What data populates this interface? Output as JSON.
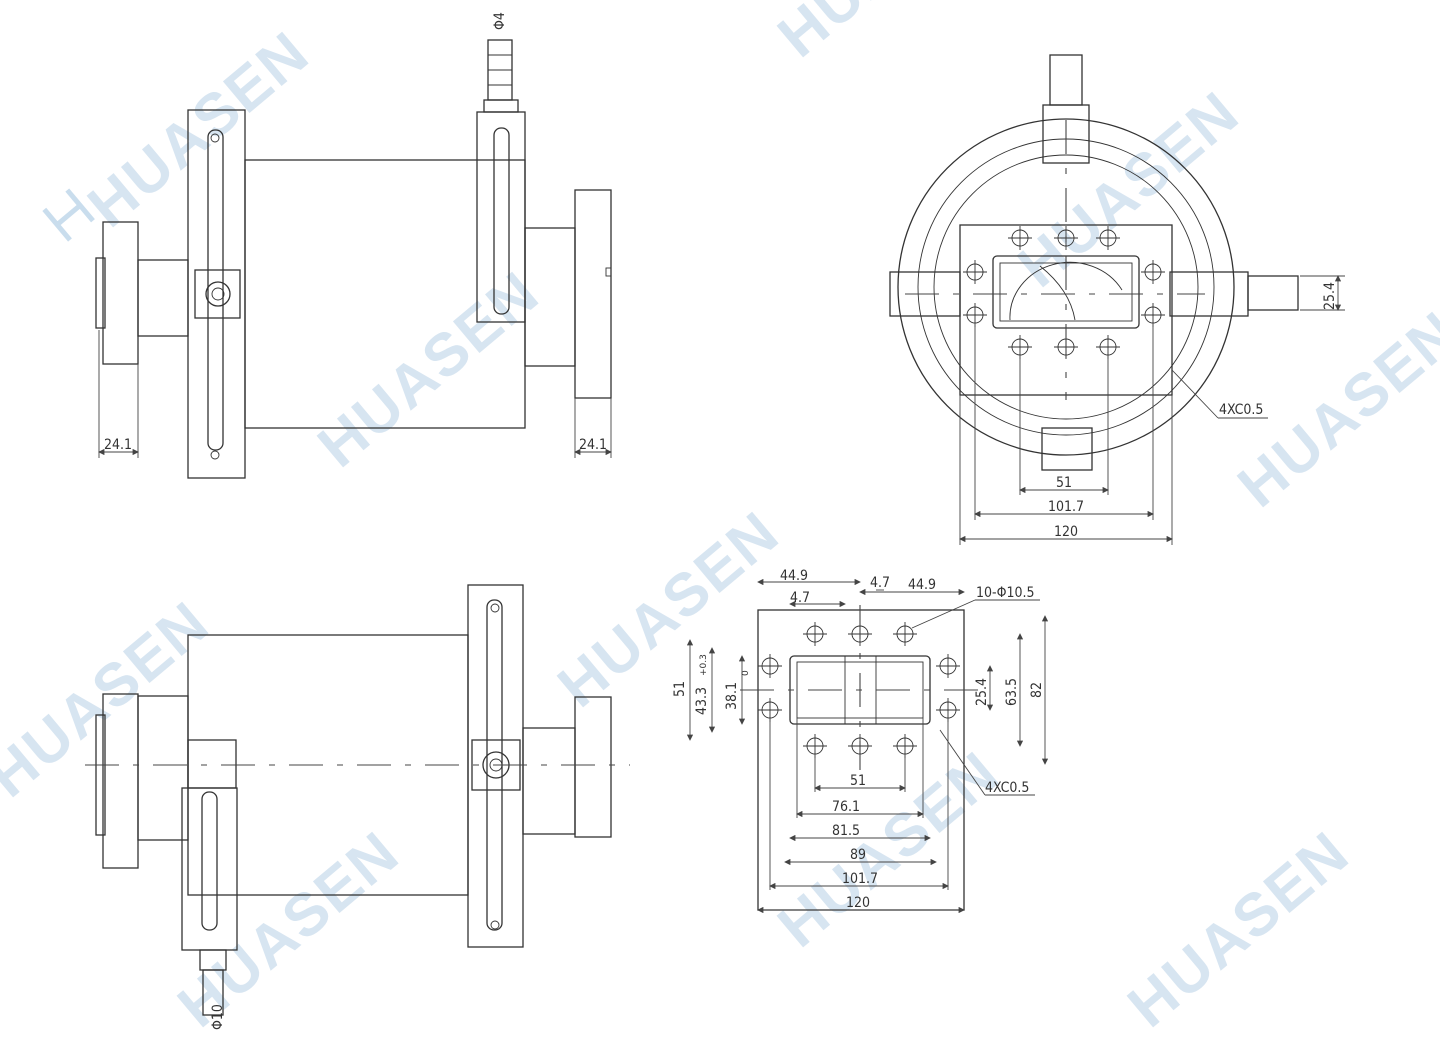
{
  "watermark": {
    "brand": "HUASEN"
  },
  "views": {
    "side_top": {
      "dims": {
        "left_flange": "24.1",
        "right_flange": "24.1",
        "barb": "Φ4"
      }
    },
    "end": {
      "dims": {
        "d51": "51",
        "d101": "101.7",
        "d120": "120",
        "chamfer": "4XC0.5",
        "side": "25.4"
      }
    },
    "side_bottom": {
      "dims": {
        "barb": "Φ10"
      }
    },
    "flange": {
      "dims": {
        "top_449_left": "44.9",
        "top_47_left": "4.7",
        "top_47_right": "4.7",
        "top_449_right": "44.9",
        "holes": "10-Φ10.5",
        "left_51": "51",
        "left_433": "43.3",
        "left_381": "38.1",
        "right_254": "25.4",
        "right_635": "63.5",
        "right_82": "82",
        "b_51": "51",
        "b_761": "76.1",
        "b_815": "81.5",
        "b_89": "89",
        "b_1017": "101.7",
        "b_120": "120",
        "chamfer": "4XC0.5",
        "tol_plus": "+0.3",
        "tol_zero": "0"
      }
    }
  }
}
